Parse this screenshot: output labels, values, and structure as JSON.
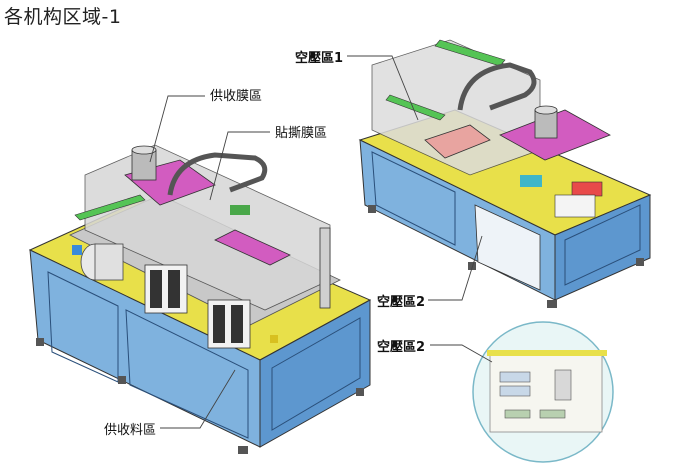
{
  "title": "各机构区域-1",
  "labels": {
    "supply_film": "供收膜區",
    "attach_peel_film": "貼撕膜區",
    "supply_material": "供收料區",
    "air_area_1": "空壓區1",
    "air_area_2": "空壓區2",
    "air_area_2_detail": "空壓區2"
  }
}
